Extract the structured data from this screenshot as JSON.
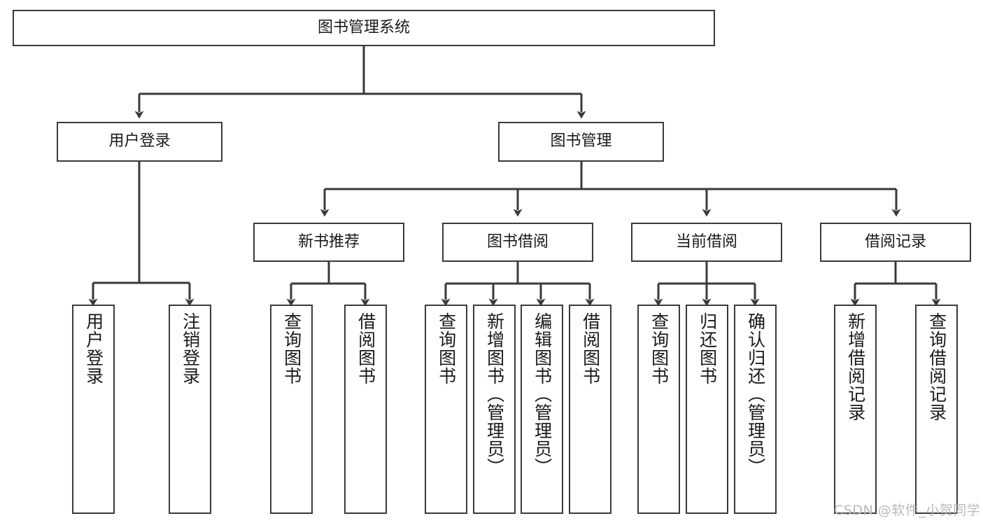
{
  "diagram": {
    "type": "tree",
    "title": "图书管理系统",
    "orientation": "top-down",
    "edge_color": "#3a3a3a",
    "box_border_color": "#3a3a3a",
    "box_fill_color": "#ffffff",
    "background_color": "#ffffff"
  },
  "root": {
    "label": "图书管理系统"
  },
  "level2": [
    {
      "label": "用户登录"
    },
    {
      "label": "图书管理"
    }
  ],
  "level3": [
    {
      "label": "新书推荐"
    },
    {
      "label": "图书借阅"
    },
    {
      "label": "当前借阅"
    },
    {
      "label": "借阅记录"
    }
  ],
  "leaves": {
    "user_login": [
      {
        "label": "用户登录"
      },
      {
        "label": "注销登录"
      }
    ],
    "new_book_recommend": [
      {
        "label": "查询图书"
      },
      {
        "label": "借阅图书"
      }
    ],
    "book_borrow": [
      {
        "label": "查询图书"
      },
      {
        "label": "新增图书（管理员）"
      },
      {
        "label": "编辑图书（管理员）"
      },
      {
        "label": "借阅图书"
      }
    ],
    "current_borrow": [
      {
        "label": "查询图书"
      },
      {
        "label": "归还图书"
      },
      {
        "label": "确认归还（管理员）"
      }
    ],
    "borrow_record": [
      {
        "label": "新增借阅记录"
      },
      {
        "label": "查询借阅记录"
      }
    ]
  },
  "watermark": {
    "text": "CSDN @软件_小贺同学",
    "color": "#b9b9b9"
  }
}
